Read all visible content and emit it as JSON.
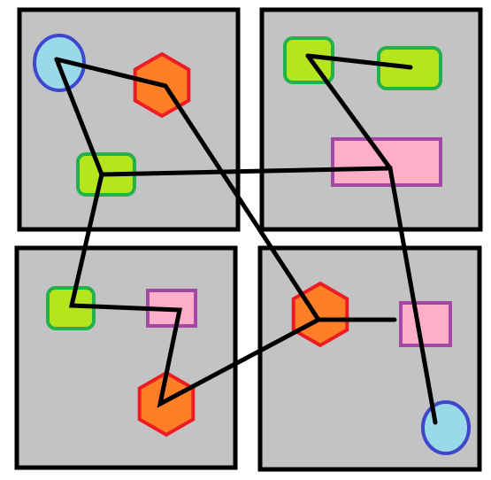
{
  "colors": {
    "background": "#ffffff",
    "panel_fill": "#c3c3c3",
    "panel_border": "#000000",
    "path_line": "#000000",
    "circle_fill": "#99d9ea",
    "circle_stroke": "#3f48cc",
    "hexagon_fill": "#ff7f27",
    "hexagon_stroke": "#ed1c24",
    "green_rect_fill": "#b5e61d",
    "green_rect_stroke": "#22b14c",
    "pink_rect_fill": "#ffaec9",
    "pink_rect_stroke": "#a349a4"
  },
  "panels": [
    {
      "id": "top-left"
    },
    {
      "id": "top-right"
    },
    {
      "id": "bottom-left"
    },
    {
      "id": "bottom-right"
    }
  ],
  "shapes": [
    {
      "id": "blue-circle-1",
      "type": "circle",
      "color": "blue",
      "panel": "top-left"
    },
    {
      "id": "orange-hexagon-1",
      "type": "hexagon",
      "color": "orange",
      "panel": "top-left"
    },
    {
      "id": "green-rect-1",
      "type": "rounded-rect",
      "color": "green",
      "panel": "top-left"
    },
    {
      "id": "green-rect-2",
      "type": "rounded-rect",
      "color": "green",
      "panel": "top-right"
    },
    {
      "id": "green-rect-3",
      "type": "rounded-rect",
      "color": "green",
      "panel": "top-right"
    },
    {
      "id": "pink-rect-1",
      "type": "rect",
      "color": "pink",
      "panel": "top-right"
    },
    {
      "id": "green-rect-4",
      "type": "rounded-rect",
      "color": "green",
      "panel": "bottom-left"
    },
    {
      "id": "pink-rect-2",
      "type": "rect",
      "color": "pink",
      "panel": "bottom-left"
    },
    {
      "id": "orange-hexagon-2",
      "type": "hexagon",
      "color": "orange",
      "panel": "bottom-left"
    },
    {
      "id": "orange-hexagon-3",
      "type": "hexagon",
      "color": "orange",
      "panel": "bottom-right"
    },
    {
      "id": "pink-rect-3",
      "type": "rect",
      "color": "pink",
      "panel": "bottom-right"
    },
    {
      "id": "blue-circle-2",
      "type": "circle",
      "color": "blue",
      "panel": "bottom-right"
    }
  ],
  "paths": [
    {
      "id": "path-1",
      "sequence": [
        "blue-circle-1",
        "orange-hexagon-1",
        "orange-hexagon-3",
        "pink-rect-3"
      ]
    },
    {
      "id": "path-2",
      "sequence": [
        "blue-circle-1",
        "green-rect-1",
        "pink-rect-1",
        "blue-circle-2"
      ]
    },
    {
      "id": "path-3",
      "sequence": [
        "green-rect-2",
        "green-rect-3"
      ]
    },
    {
      "id": "path-4",
      "sequence": [
        "green-rect-2",
        "pink-rect-1"
      ]
    },
    {
      "id": "path-5",
      "sequence": [
        "green-rect-1",
        "green-rect-4",
        "pink-rect-2",
        "orange-hexagon-2",
        "orange-hexagon-3"
      ]
    }
  ]
}
